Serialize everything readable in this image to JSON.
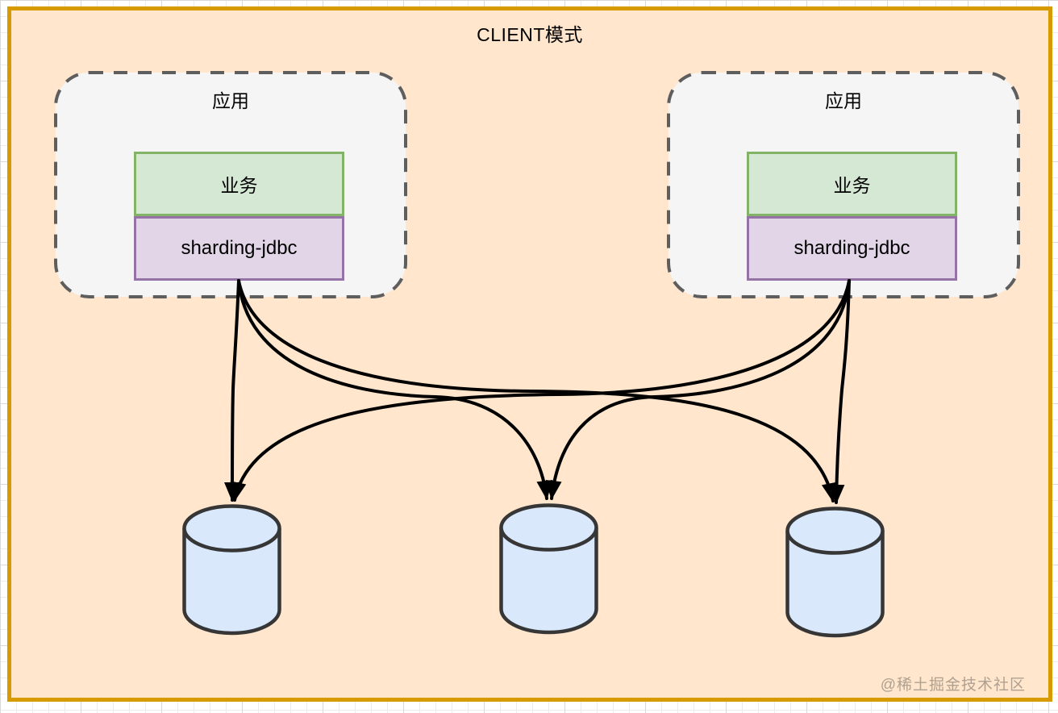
{
  "canvas": {
    "title": "CLIENT模式",
    "fill": "#FFE6CC",
    "border_color": "#D79B00"
  },
  "apps": [
    {
      "label": "应用",
      "business_label": "业务",
      "middleware_label": "sharding-jdbc"
    },
    {
      "label": "应用",
      "business_label": "业务",
      "middleware_label": "sharding-jdbc"
    }
  ],
  "databases": [
    {
      "id": "database-1"
    },
    {
      "id": "database-2"
    },
    {
      "id": "database-3"
    }
  ],
  "edges": [
    {
      "from": "app-1",
      "to": "database-1"
    },
    {
      "from": "app-1",
      "to": "database-2"
    },
    {
      "from": "app-1",
      "to": "database-3"
    },
    {
      "from": "app-2",
      "to": "database-3"
    },
    {
      "from": "app-2",
      "to": "database-2"
    },
    {
      "from": "app-2",
      "to": "database-1"
    }
  ],
  "watermark": {
    "text": "@稀土掘金技术社区",
    "color": "#AFA091"
  },
  "colors": {
    "app_container_fill": "#F5F5F5",
    "app_container_border": "#5E5E5E",
    "business_fill": "#D5E8D4",
    "business_border": "#82B366",
    "middleware_fill": "#E1D5E7",
    "middleware_border": "#9673A6",
    "database_fill": "#DAE8FC",
    "database_border": "#363636",
    "arrow": "#000000",
    "grid_line": "#ECECEC"
  }
}
